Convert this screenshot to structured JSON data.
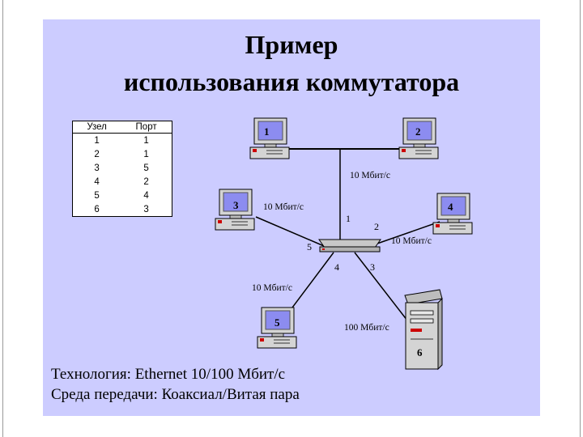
{
  "title": {
    "line1": "Пример",
    "line2": "использования коммутатора"
  },
  "table": {
    "headers": [
      "Узел",
      "Порт"
    ],
    "rows": [
      [
        "1",
        "1"
      ],
      [
        "2",
        "1"
      ],
      [
        "3",
        "5"
      ],
      [
        "4",
        "2"
      ],
      [
        "5",
        "4"
      ],
      [
        "6",
        "3"
      ]
    ]
  },
  "diagram": {
    "nodes": {
      "n1": "1",
      "n2": "2",
      "n3": "3",
      "n4": "4",
      "n5": "5",
      "n6": "6"
    },
    "links": {
      "bus_speed": "10 Мбит/с",
      "n3_speed": "10 Мбит/с",
      "n4_speed": "10 Мбит/с",
      "n5_speed": "10 Мбит/с",
      "n6_speed": "100 Мбит/с"
    },
    "ports": {
      "p1": "1",
      "p2": "2",
      "p3": "3",
      "p4": "4",
      "p5": "5"
    }
  },
  "footer": {
    "line1": "Технология: Ethernet 10/100 Мбит/с",
    "line2": "Среда передачи: Коаксиал/Витая пара"
  },
  "colors": {
    "background": "#ccccff",
    "computer_case": "#d4d4d4",
    "screen": "#8c8cf0",
    "indicator": "#cc0000"
  }
}
